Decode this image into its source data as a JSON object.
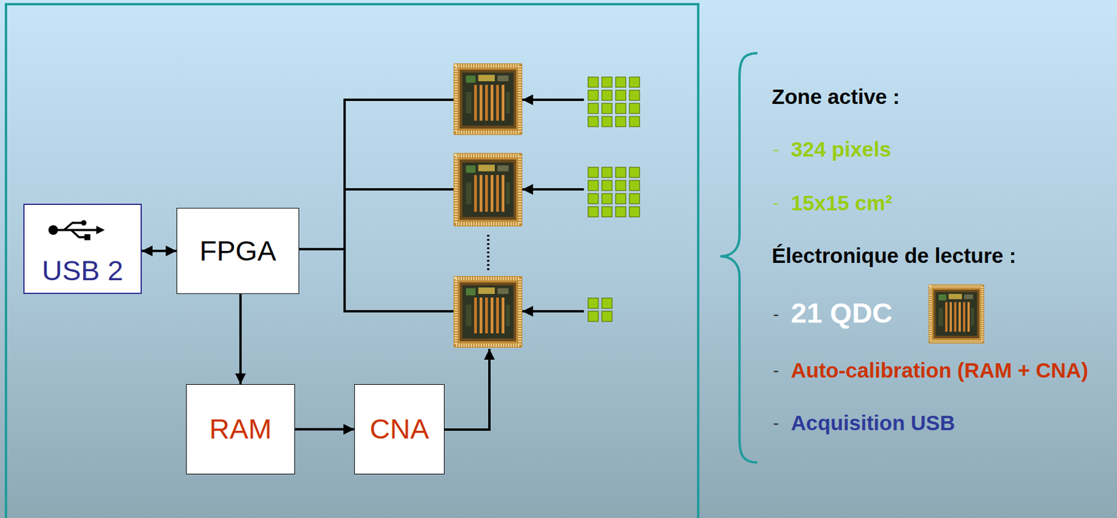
{
  "diagram": {
    "nodes": [
      {
        "text": [
          "USB 2"
        ]
      },
      {
        "text": [
          "FPGA"
        ]
      },
      {
        "text": [
          "RAM"
        ]
      },
      {
        "text": [
          "CNA"
        ]
      }
    ],
    "edges": [
      {
        "from": 0,
        "to": 1,
        "arrow": "both"
      },
      {
        "from": 1,
        "to": 2,
        "arrow": "to"
      },
      {
        "from": 2,
        "to": 3,
        "arrow": "to"
      }
    ],
    "labels": [
      "Zone active :",
      "-",
      "324 pixels",
      "-",
      "15x15 cm²",
      "Électronique de lecture :",
      "-",
      "21 QDC",
      "-",
      "Auto-calibration (RAM + CNA)",
      "-",
      "Acquisition USB"
    ]
  }
}
